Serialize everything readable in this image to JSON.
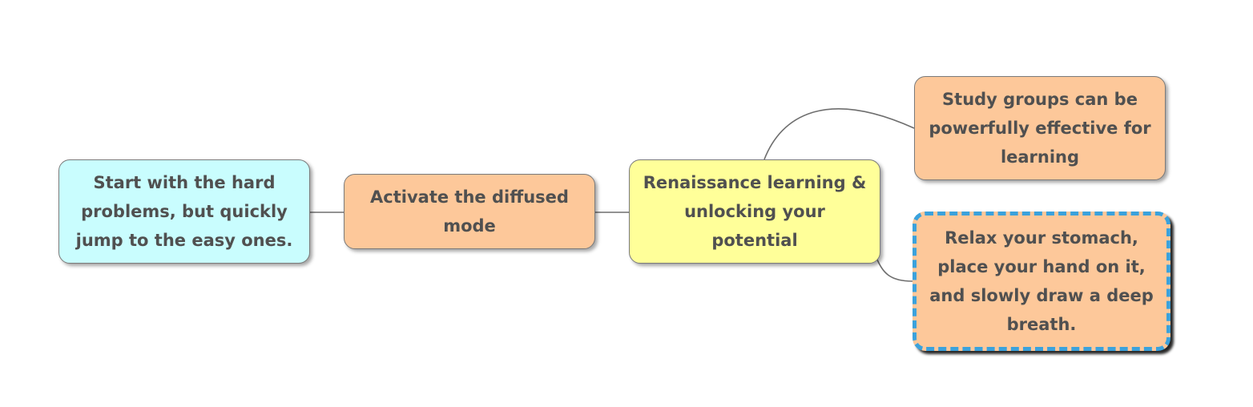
{
  "colors": {
    "orange": "#fdc89a",
    "yellow": "#ffff99",
    "cyan": "#c9fdfe",
    "border": "#7a7a7a",
    "text": "#505050",
    "selection_dash": "#3ba2dc",
    "connector": "#6e6e6e"
  },
  "nodes": {
    "start": {
      "lines": [
        "Start with the hard",
        "problems, but quickly",
        "jump to the easy ones."
      ]
    },
    "diffused": {
      "lines": [
        "Activate the diffused",
        "mode"
      ]
    },
    "central": {
      "lines": [
        "Renaissance learning &",
        "unlocking your",
        "potential"
      ]
    },
    "study": {
      "lines": [
        "Study groups can be",
        "powerfully effective for",
        "learning"
      ]
    },
    "relax": {
      "lines": [
        "Relax your stomach,",
        "place your hand on it,",
        "and slowly draw a deep",
        "breath."
      ],
      "selected": true
    }
  },
  "edges": [
    {
      "from": "start",
      "to": "diffused"
    },
    {
      "from": "diffused",
      "to": "central"
    },
    {
      "from": "central",
      "to": "study"
    },
    {
      "from": "central",
      "to": "relax"
    }
  ]
}
